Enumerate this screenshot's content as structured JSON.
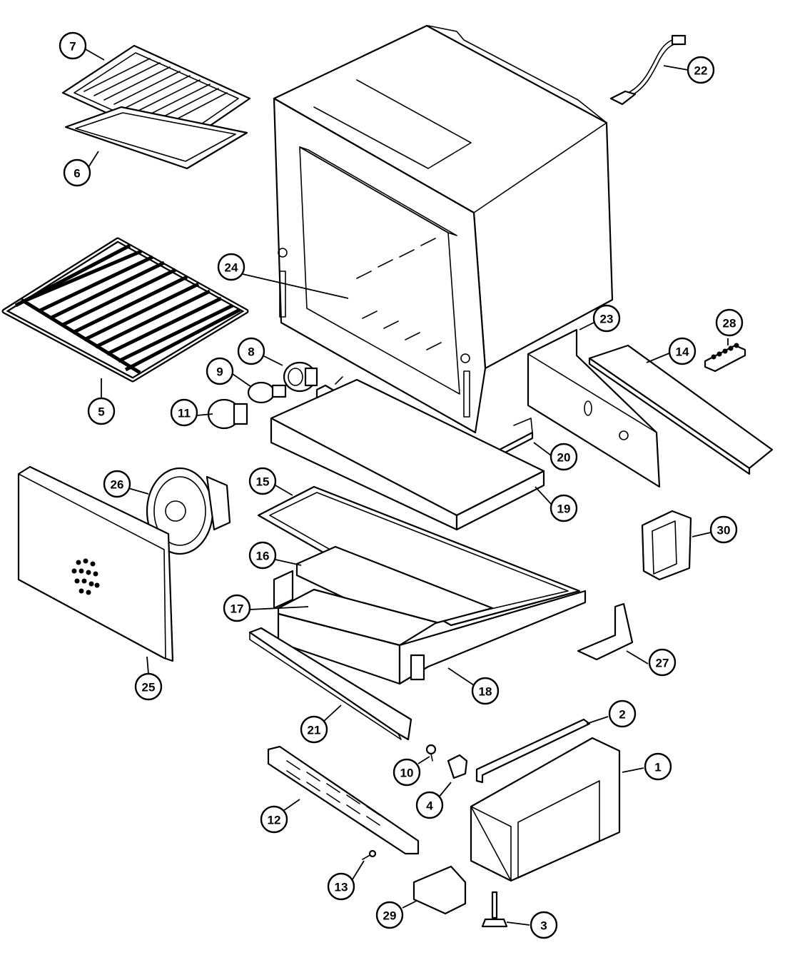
{
  "callouts": [
    {
      "id": "c7",
      "label": "7"
    },
    {
      "id": "c6",
      "label": "6"
    },
    {
      "id": "c5",
      "label": "5"
    },
    {
      "id": "c24",
      "label": "24"
    },
    {
      "id": "c22",
      "label": "22"
    },
    {
      "id": "c8",
      "label": "8"
    },
    {
      "id": "c9",
      "label": "9"
    },
    {
      "id": "c11",
      "label": "11"
    },
    {
      "id": "c23",
      "label": "23"
    },
    {
      "id": "c28",
      "label": "28"
    },
    {
      "id": "c14",
      "label": "14"
    },
    {
      "id": "c20",
      "label": "20"
    },
    {
      "id": "c26",
      "label": "26"
    },
    {
      "id": "c15",
      "label": "15"
    },
    {
      "id": "c19",
      "label": "19"
    },
    {
      "id": "c30",
      "label": "30"
    },
    {
      "id": "c16",
      "label": "16"
    },
    {
      "id": "c17",
      "label": "17"
    },
    {
      "id": "c18",
      "label": "18"
    },
    {
      "id": "c27",
      "label": "27"
    },
    {
      "id": "c25",
      "label": "25"
    },
    {
      "id": "c21",
      "label": "21"
    },
    {
      "id": "c2",
      "label": "2"
    },
    {
      "id": "c1",
      "label": "1"
    },
    {
      "id": "c10",
      "label": "10"
    },
    {
      "id": "c4",
      "label": "4"
    },
    {
      "id": "c12",
      "label": "12"
    },
    {
      "id": "c13",
      "label": "13"
    },
    {
      "id": "c29",
      "label": "29"
    },
    {
      "id": "c3",
      "label": "3"
    }
  ]
}
